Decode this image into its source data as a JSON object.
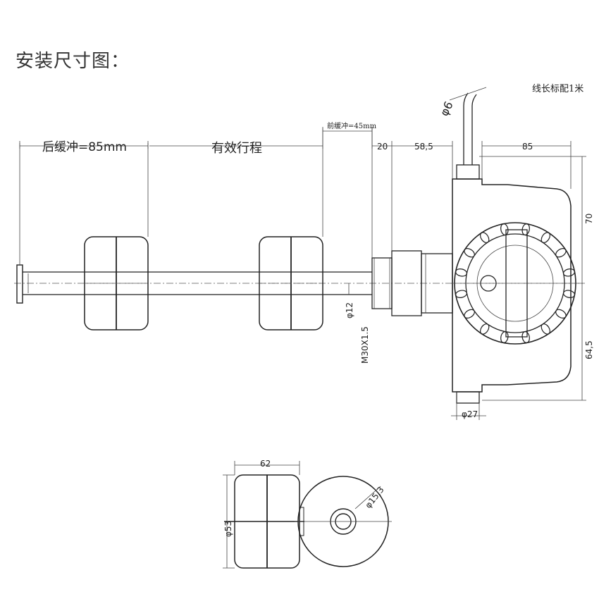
{
  "title": "安装尺寸图：",
  "labels": {
    "cable_length": "线长标配1米",
    "cable_dia": "φ6",
    "rear_buffer": "后缓冲=85mm",
    "stroke": "有效行程",
    "front_buffer": "前缓冲=45mm",
    "dim_20": "20",
    "dim_58_5": "58,5",
    "dim_85": "85",
    "dim_70": "70",
    "dim_64_5": "64,5",
    "rod_dia": "φ12",
    "thread": "M30X1.5",
    "base_dia": "φ27",
    "float_len": "62",
    "float_dia": "φ53",
    "float_hole": "φ15,3"
  }
}
